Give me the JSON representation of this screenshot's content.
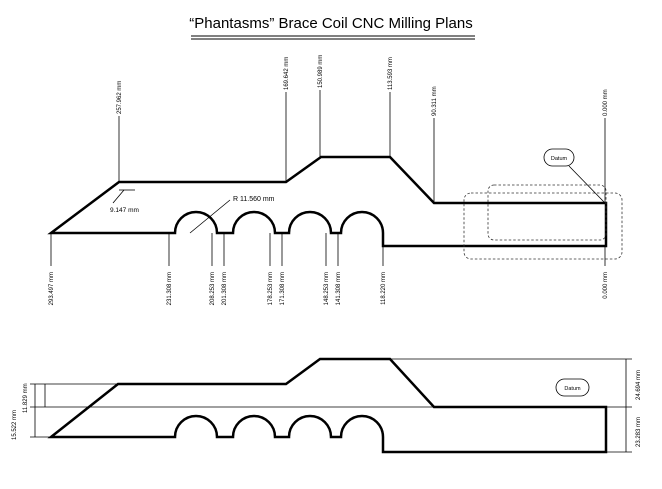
{
  "title": "“Phantasms” Brace Coil CNC Milling Plans",
  "top_view": {
    "top_dims": [
      "257.962 mm",
      "169.642 mm",
      "150.989 mm",
      "113.593 mm",
      "90.311 mm",
      "0.000 mm"
    ],
    "bottom_dims": [
      "293.497 mm",
      "231.308 mm",
      "208.253 mm",
      "201.308 mm",
      "178.253 mm",
      "171.308 mm",
      "148.253 mm",
      "141.308 mm",
      "118.220 mm",
      "0.000 mm"
    ],
    "radius_label": "R 11.560 mm",
    "small_dim": "9.147 mm",
    "datum": "Datum"
  },
  "side_view": {
    "left_outer": "15.522 mm",
    "left_inner": "11.829 mm",
    "right_upper": "24.694 mm",
    "right_lower": "23.283 mm",
    "datum": "Datum"
  }
}
